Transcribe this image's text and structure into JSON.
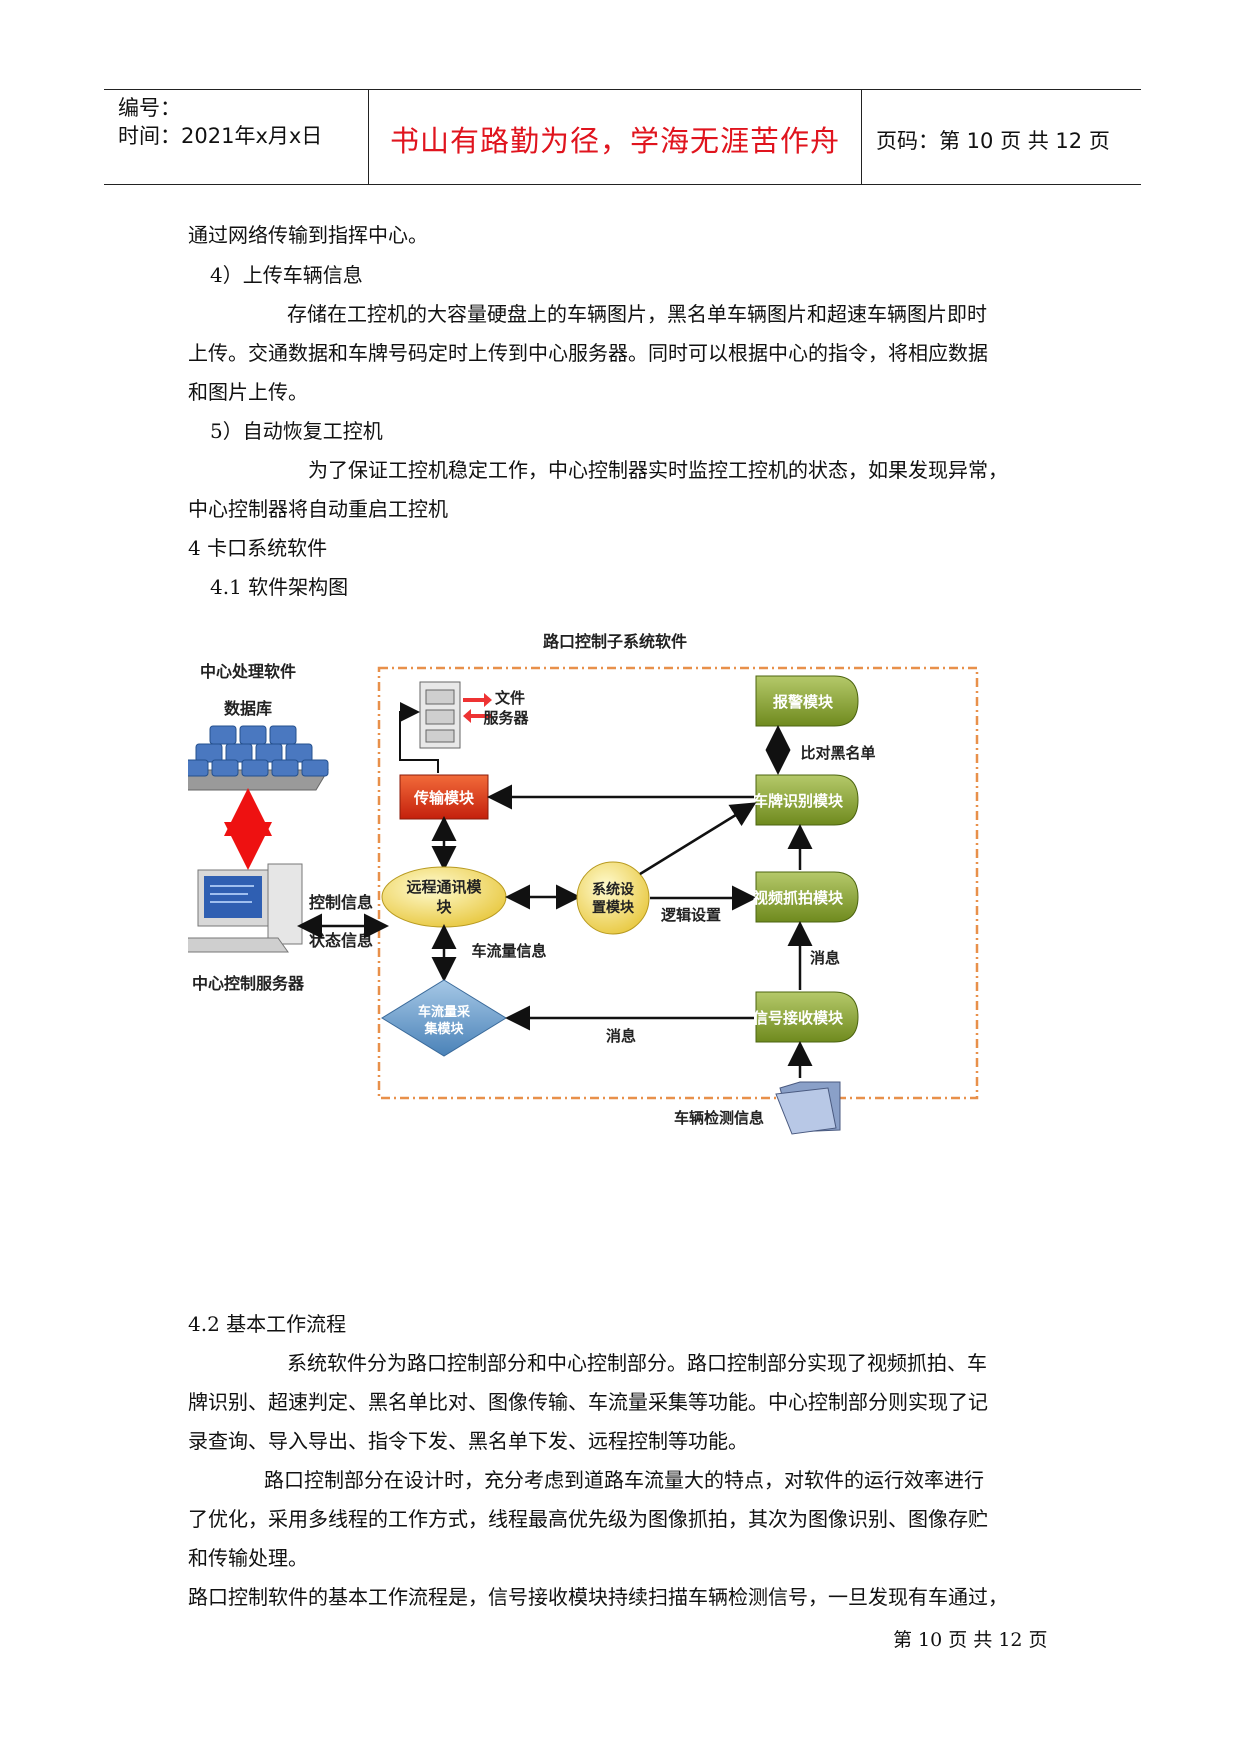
{
  "header": {
    "number_label": "编号：",
    "time_label": "时间：2021年x月x日",
    "motto": "书山有路勤为径，学海无涯苦作舟",
    "page_label": "页码：第 10 页  共 12 页"
  },
  "body": {
    "p1": "通过网络传输到指挥中心。",
    "h4": "4）上传车辆信息",
    "p2a": "存储在工控机的大容量硬盘上的车辆图片，黑名单车辆图片和超速车辆图片即时",
    "p2b": "上传。交通数据和车牌号码定时上传到中心服务器。同时可以根据中心的指令，将相应数据",
    "p2c": "和图片上传。",
    "h5": "5）自动恢复工控机",
    "p3a": "为了保证工控机稳定工作，中心控制器实时监控工控机的状态，如果发现异常，",
    "p3b": "中心控制器将自动重启工控机",
    "s4": "4 卡口系统软件",
    "s41": "4.1 软件架构图",
    "s42": "4.2 基本工作流程",
    "p4a": "系统软件分为路口控制部分和中心控制部分。路口控制部分实现了视频抓拍、车",
    "p4b": "牌识别、超速判定、黑名单比对、图像传输、车流量采集等功能。中心控制部分则实现了记",
    "p4c": "录查询、导入导出、指令下发、黑名单下发、远程控制等功能。",
    "p5a": "路口控制部分在设计时，充分考虑到道路车流量大的特点，对软件的运行效率进行",
    "p5b": "了优化，采用多线程的工作方式，线程最高优先级为图像抓拍，其次为图像识别、图像存贮",
    "p5c": "和传输处理。",
    "p6": "路口控制软件的基本工作流程是，信号接收模块持续扫描车辆检测信号，一旦发现有车通过，"
  },
  "diagram": {
    "subsystem_title": "路口控制子系统软件",
    "center_software": "中心处理软件",
    "database": "数据库",
    "file_server_1": "文件",
    "file_server_2": "服务器",
    "alarm": "报警模块",
    "blacklist": "比对黑名单",
    "transfer": "传输模块",
    "plate": "车牌识别模块",
    "control_info": "控制信息",
    "status_info": "状态信息",
    "remote_1": "远程通讯模",
    "remote_2": "块",
    "settings_1": "系统设",
    "settings_2": "置模块",
    "logic": "逻辑设置",
    "video": "视频抓拍模块",
    "server": "中心控制服务器",
    "flow_info": "车流量信息",
    "msg1": "消息",
    "flow_1": "车流量采",
    "flow_2": "集模块",
    "msg2": "消息",
    "signal": "信号接收模块",
    "detect": "车辆检测信息"
  },
  "footer": {
    "page": "第 10 页 共 12 页"
  }
}
